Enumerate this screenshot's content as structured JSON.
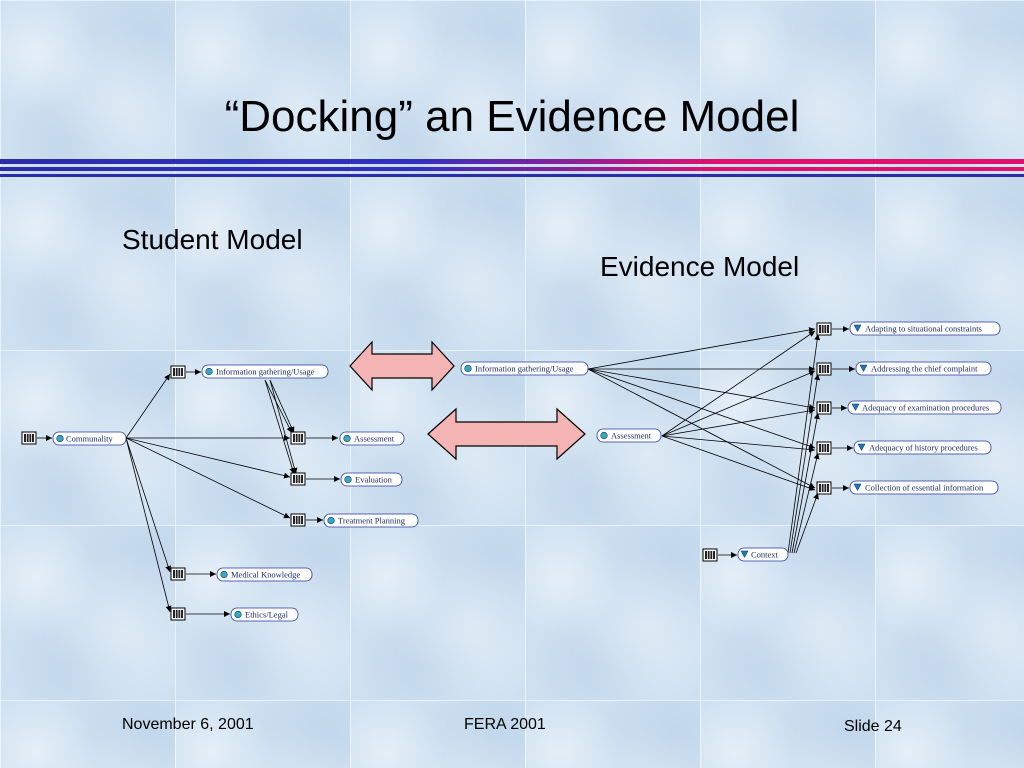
{
  "slide": {
    "title": "“Docking” an Evidence Model",
    "student_model_label": "Student Model",
    "evidence_model_label": "Evidence Model",
    "footer": {
      "date": "November 6, 2001",
      "event": "FERA 2001",
      "slide_number": "Slide 24"
    }
  },
  "student_model": {
    "nodes": {
      "communality": "Communality",
      "info_gathering": "Information gathering/Usage",
      "assessment": "Assessment",
      "evaluation": "Evaluation",
      "treatment_planning": "Treatment Planning",
      "medical_knowledge": "Medical Knowledge",
      "ethics_legal": "Ethics/Legal"
    }
  },
  "evidence_model": {
    "nodes": {
      "info_gathering": "Information gathering/Usage",
      "assessment": "Assessment",
      "adapting": "Adapting to situational constraints",
      "addressing": "Addressing the chief complaint",
      "adequacy_exam": "Adequacy of examination procedures",
      "adequacy_history": "Adequacy of history procedures",
      "collection": "Collection of essential information",
      "context": "Context"
    }
  },
  "colors": {
    "arrow_fill": "#f4b4b4",
    "node_border": "#2a3a9a",
    "circle_icon": "#3aa6c6",
    "triangle_icon": "#1a7ac0"
  }
}
